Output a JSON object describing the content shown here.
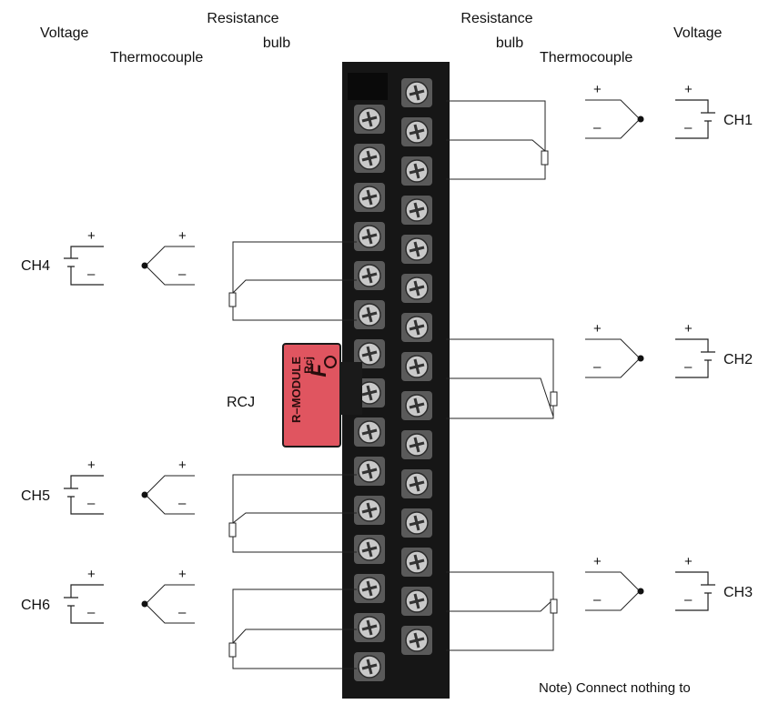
{
  "headers": {
    "left": {
      "voltage": "Voltage",
      "thermocouple": "Thermocouple",
      "resistance_1": "Resistance",
      "resistance_2": "bulb"
    },
    "right": {
      "resistance_1": "Resistance",
      "resistance_2": "bulb",
      "thermocouple": "Thermocouple",
      "voltage": "Voltage"
    }
  },
  "signs": {
    "plus": "+",
    "minus": "–"
  },
  "channels": {
    "ch1": "CH1",
    "ch2": "CH2",
    "ch3": "CH3",
    "ch4": "CH4",
    "ch5": "CH5",
    "ch6": "CH6"
  },
  "rcj": {
    "label": "RCJ",
    "module_line1": "R–MODULE",
    "module_line2": "Rcj",
    "logo": "F",
    "color": "#e05560"
  },
  "note": "Note)  Connect nothing to",
  "colors": {
    "terminal_block": "#161616",
    "screw": "#c9c9c9",
    "wire": "#222222"
  }
}
